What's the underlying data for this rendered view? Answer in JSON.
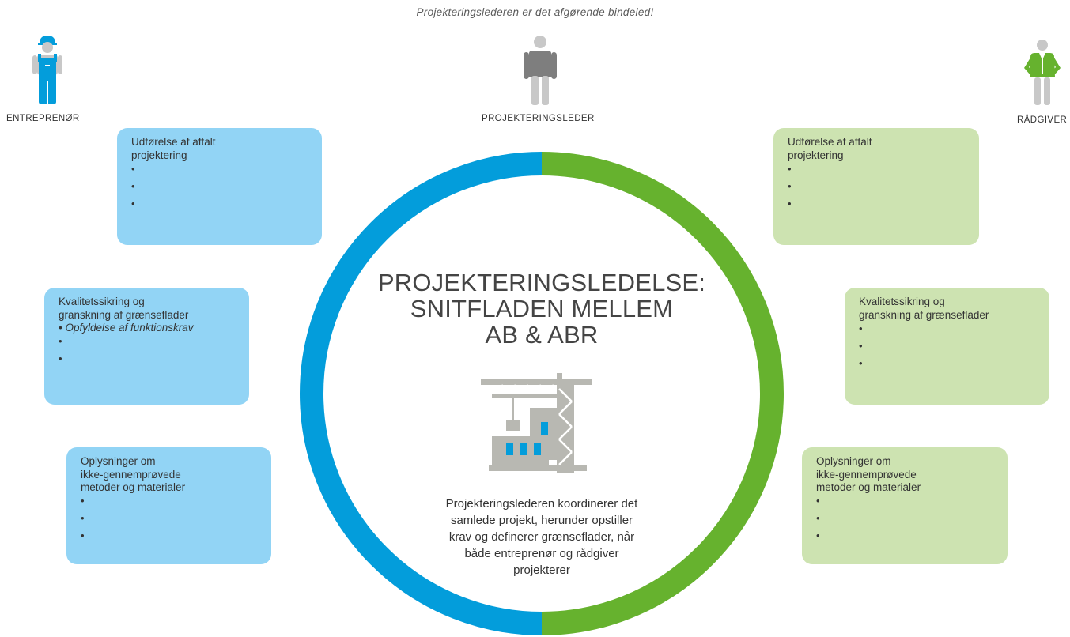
{
  "tagline": "Projekteringslederen er det afgørende bindeled!",
  "colors": {
    "blue": "#039ddb",
    "green": "#66b22e",
    "blue_box": "#92d4f5",
    "green_box": "#cde3b1",
    "gray": "#b8b8b2"
  },
  "roles": {
    "left": {
      "label": "ENTREPRENØR",
      "icon": "worker-icon"
    },
    "center": {
      "label": "PROJEKTERINGSLEDER",
      "icon": "manager-icon"
    },
    "right": {
      "label": "RÅDGIVER",
      "icon": "advisor-icon"
    }
  },
  "center": {
    "title_lines": [
      "PROJEKTERINGSLEDELSE:",
      "SNITFLADEN MELLEM",
      "AB & ABR"
    ],
    "text_lines": [
      "Projekteringslederen koordinerer det",
      "samlede projekt, herunder opstiller",
      "krav og definerer grænseflader, når",
      "både entreprenør og rådgiver",
      "projekterer"
    ],
    "icon": "construction-crane-icon"
  },
  "left_boxes": [
    {
      "title_lines": [
        "Udførelse af aftalt",
        "projektering"
      ],
      "bullets": [
        "",
        "",
        ""
      ]
    },
    {
      "title_lines": [
        "Kvalitetssikring og",
        "granskning af grænseflader"
      ],
      "note": "• Opfyldelse af funktionskrav",
      "bullets": [
        "",
        ""
      ]
    },
    {
      "title_lines": [
        "Oplysninger om",
        "ikke-gennemprøvede",
        "metoder og materialer"
      ],
      "bullets": [
        "",
        "",
        ""
      ]
    }
  ],
  "right_boxes": [
    {
      "title_lines": [
        "Udførelse af aftalt",
        "projektering"
      ],
      "bullets": [
        "",
        "",
        ""
      ]
    },
    {
      "title_lines": [
        "Kvalitetssikring og",
        "granskning af grænseflader"
      ],
      "bullets": [
        "",
        "",
        ""
      ]
    },
    {
      "title_lines": [
        "Oplysninger om",
        "ikke-gennemprøvede",
        "metoder og materialer"
      ],
      "bullets": [
        "",
        "",
        ""
      ]
    }
  ]
}
